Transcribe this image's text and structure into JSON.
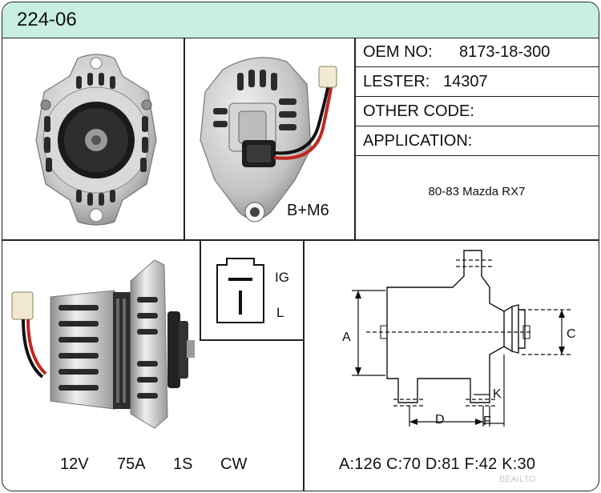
{
  "part_number": "224-06",
  "specs": [
    {
      "key": "OEM NO:",
      "value": "8173-18-300"
    },
    {
      "key": "LESTER:",
      "value": "14307"
    },
    {
      "key": "OTHER CODE:",
      "value": ""
    },
    {
      "key": "APPLICATION:",
      "value": ""
    }
  ],
  "application_value": "80-83 Mazda RX7",
  "terminal_label": "B+M6",
  "plug_pins": {
    "top": "IG",
    "bottom": "L"
  },
  "electrical": {
    "voltage": "12V",
    "amperage": "75A",
    "pulley": "1S",
    "rotation": "CW"
  },
  "diagram_labels": {
    "a": "A",
    "c": "C",
    "d": "D",
    "f": "F",
    "k": "K"
  },
  "dimensions_text": "A:126 C:70 D:81 F:42 K:30",
  "watermark": "BEAILTO"
}
